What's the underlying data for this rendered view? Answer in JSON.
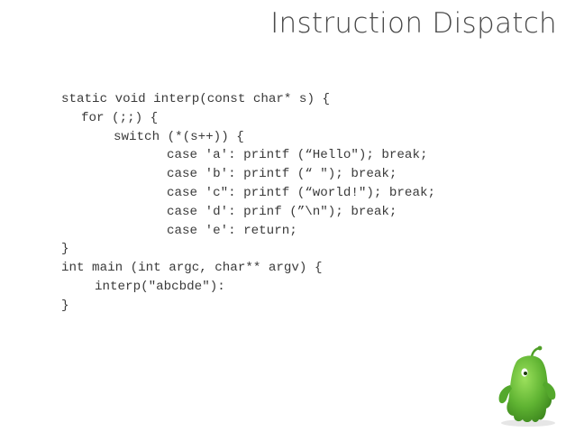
{
  "slide": {
    "title": "Instruction Dispatch",
    "code_lines": [
      {
        "indent": 0,
        "text": "static void interp(const char* s) {"
      },
      {
        "indent": 22,
        "text": "for (;;) {"
      },
      {
        "indent": 58,
        "text": "switch (*(s++)) {"
      },
      {
        "indent": 117,
        "text": "case 'a': printf (“Hello\"); break;"
      },
      {
        "indent": 117,
        "text": "case 'b': printf (“ \"); break;"
      },
      {
        "indent": 117,
        "text": "case 'c\": printf (“world!\"); break;"
      },
      {
        "indent": 117,
        "text": "case 'd': prinf (”\\n\"); break;"
      },
      {
        "indent": 117,
        "text": "case 'e': return;"
      },
      {
        "indent": 0,
        "text": "}"
      },
      {
        "indent": 0,
        "text": "int main (int argc, char** argv) {"
      },
      {
        "indent": 37,
        "text": "interp(\"abcbde\"):"
      },
      {
        "indent": 0,
        "text": "}"
      }
    ],
    "mascot_icon": "green-blob-mascot-icon",
    "colors": {
      "mascot_green": "#6abf3a",
      "mascot_dark": "#3f8a1f",
      "text": "#3a3a3a"
    }
  }
}
